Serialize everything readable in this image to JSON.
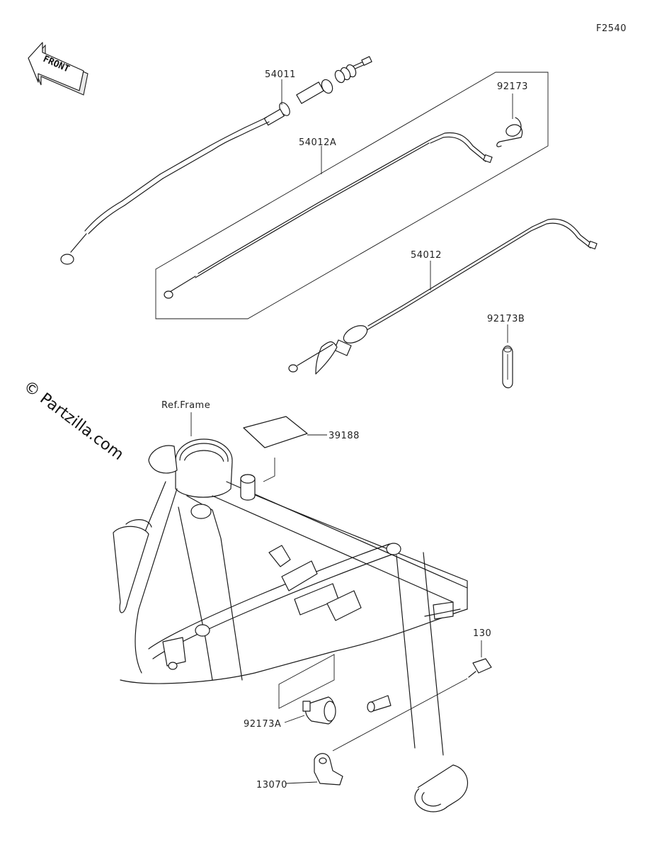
{
  "diagram_code": "F2540",
  "front_arrow_text": "FRONT",
  "watermark": "© Partzilla.com",
  "frame_ref": "Ref.Frame",
  "parts": {
    "p54011": "54011",
    "p54012A": "54012A",
    "p92173": "92173",
    "p54012": "54012",
    "p92173B": "92173B",
    "p39188": "39188",
    "p130": "130",
    "p92173A": "92173A",
    "p13070": "13070"
  }
}
